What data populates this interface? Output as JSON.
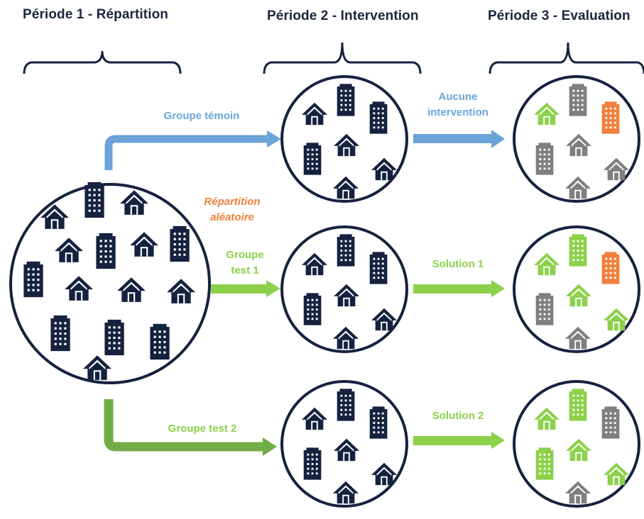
{
  "periods": {
    "p1": "Période 1 - Répartition",
    "p2": "Période 2 - Intervention",
    "p3": "Période 3 - Evaluation"
  },
  "labels": {
    "control_group": "Groupe témoin",
    "random_line1": "Répartition",
    "random_line2": "aléatoire",
    "test1_line1": "Groupe",
    "test1_line2": "test 1",
    "test2": "Groupe test 2",
    "no_intervention_line1": "Aucune",
    "no_intervention_line2": "intervention",
    "solution1": "Solution 1",
    "solution2": "Solution 2"
  },
  "colors": {
    "navy": "#15223f",
    "blue_arrow": "#6aa4d8",
    "green": "#8bd14a",
    "dark_green": "#70ad47",
    "gray": "#7f7f7f",
    "orange": "#f0803c"
  },
  "groups": {
    "initial_population": [
      "house",
      "building",
      "house",
      "house",
      "building",
      "house",
      "building",
      "building",
      "house",
      "house",
      "house",
      "building",
      "building",
      "building",
      "house"
    ],
    "control_intervention": [
      "house",
      "building",
      "building",
      "building",
      "house",
      "house",
      "house"
    ],
    "control_evaluation": [
      "house-green",
      "building-gray",
      "building-orange",
      "building-gray",
      "house-gray",
      "house-gray",
      "house-gray"
    ],
    "test1_intervention": [
      "house",
      "building",
      "building",
      "building",
      "house",
      "house",
      "house"
    ],
    "test1_evaluation": [
      "house-green",
      "building-green",
      "building-orange",
      "building-gray",
      "house-green",
      "house-green",
      "house-gray"
    ],
    "test2_intervention": [
      "house",
      "building",
      "building",
      "building",
      "house",
      "house",
      "house"
    ],
    "test2_evaluation": [
      "house-green",
      "building-green",
      "building-gray",
      "building-green",
      "house-green",
      "house-green",
      "house-gray"
    ]
  }
}
